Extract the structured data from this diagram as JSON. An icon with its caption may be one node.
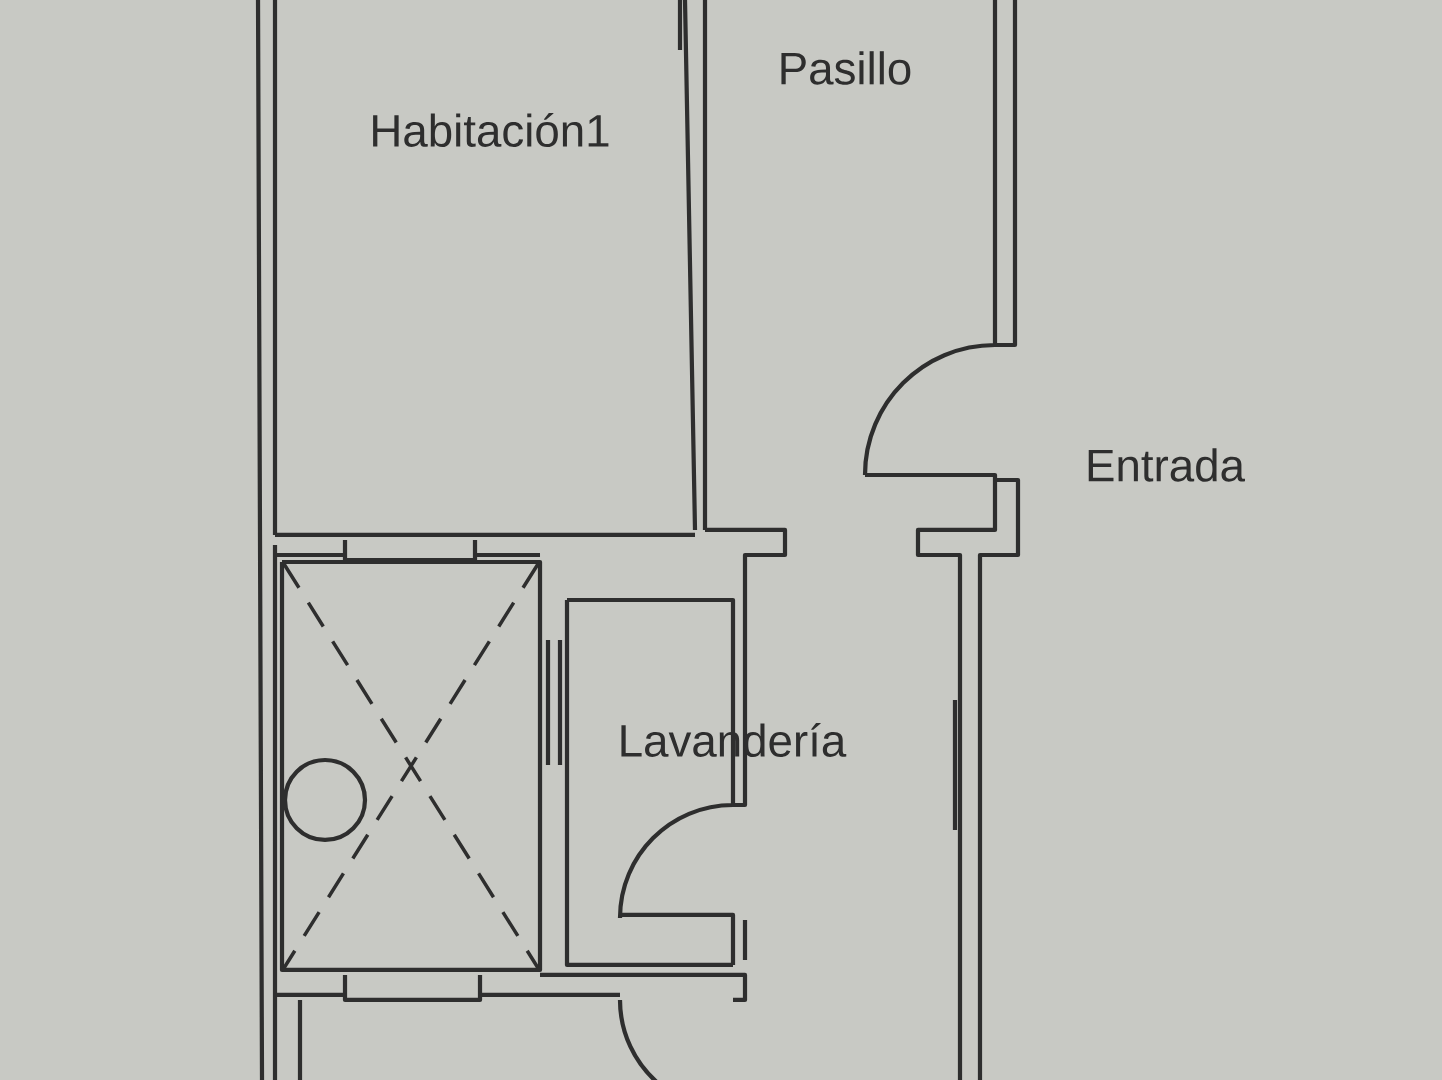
{
  "diagram": {
    "labels": [
      "Pasillo",
      "Habitación1",
      "Entrada",
      "Lavandería"
    ]
  }
}
